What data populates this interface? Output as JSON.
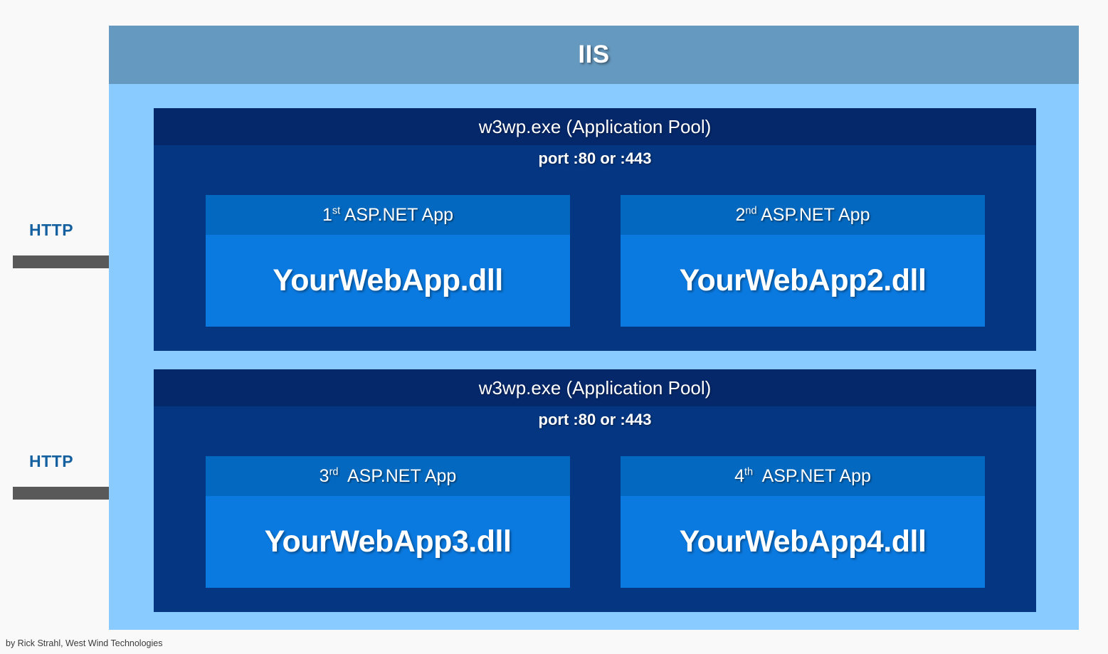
{
  "diagram": {
    "container": {
      "title": "IIS",
      "header_color": "#6699bf",
      "body_color": "#8acbff"
    },
    "pools": [
      {
        "title": "w3wp.exe (Application Pool)",
        "port": "port :80 or :443",
        "header_color": "#05286b",
        "body_color": "#043681",
        "apps": [
          {
            "ordinal": "1",
            "ordinal_suffix": "st",
            "label_tail": " ASP.NET App",
            "full_label": "1st ASP.NET App",
            "dll": "YourWebApp.dll",
            "header_color": "#0369c0",
            "body_color": "#0b7ae0"
          },
          {
            "ordinal": "2",
            "ordinal_suffix": "nd",
            "label_tail": " ASP.NET App",
            "full_label": "2nd ASP.NET App",
            "dll": "YourWebApp2.dll",
            "header_color": "#0369c0",
            "body_color": "#0b7ae0"
          }
        ]
      },
      {
        "title": "w3wp.exe (Application Pool)",
        "port": "port :80 or :443",
        "header_color": "#05286b",
        "body_color": "#043681",
        "apps": [
          {
            "ordinal": "3",
            "ordinal_suffix": "rd",
            "label_tail": "  ASP.NET App",
            "full_label": "3rd  ASP.NET App",
            "dll": "YourWebApp3.dll",
            "header_color": "#0369c0",
            "body_color": "#0b7ae0"
          },
          {
            "ordinal": "4",
            "ordinal_suffix": "th",
            "label_tail": "  ASP.NET App",
            "full_label": "4th  ASP.NET App",
            "dll": "YourWebApp4.dll",
            "header_color": "#0369c0",
            "body_color": "#0b7ae0"
          }
        ]
      }
    ],
    "arrows": [
      {
        "label": "HTTP",
        "label_color": "#15609f",
        "arrow_color": "#595959",
        "direction": "right"
      },
      {
        "label": "HTTP",
        "label_color": "#15609f",
        "arrow_color": "#595959",
        "direction": "right"
      }
    ],
    "caption": "by Rick Strahl, West Wind Technologies",
    "page_background": "#faf9f9"
  }
}
